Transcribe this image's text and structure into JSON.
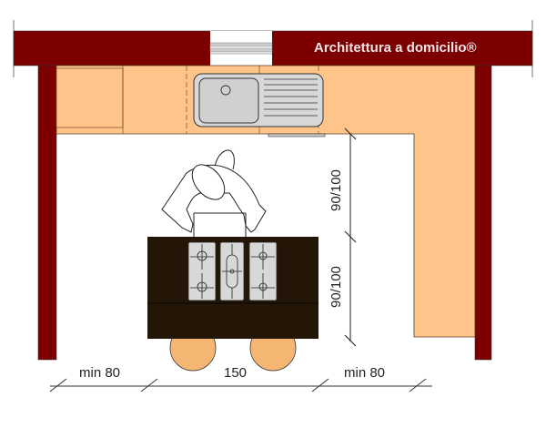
{
  "brand": "Architettura a domicilio®",
  "dimensions": {
    "left_clearance": "min 80",
    "island_width": "150",
    "right_clearance": "min 80",
    "aisle_depth": "90/100",
    "island_depth": "90/100"
  },
  "colors": {
    "wall": "#7d0000",
    "counter": "#ffc48a",
    "island": "#241606",
    "stool": "#f7b774",
    "steel": "#d8d8d8"
  }
}
